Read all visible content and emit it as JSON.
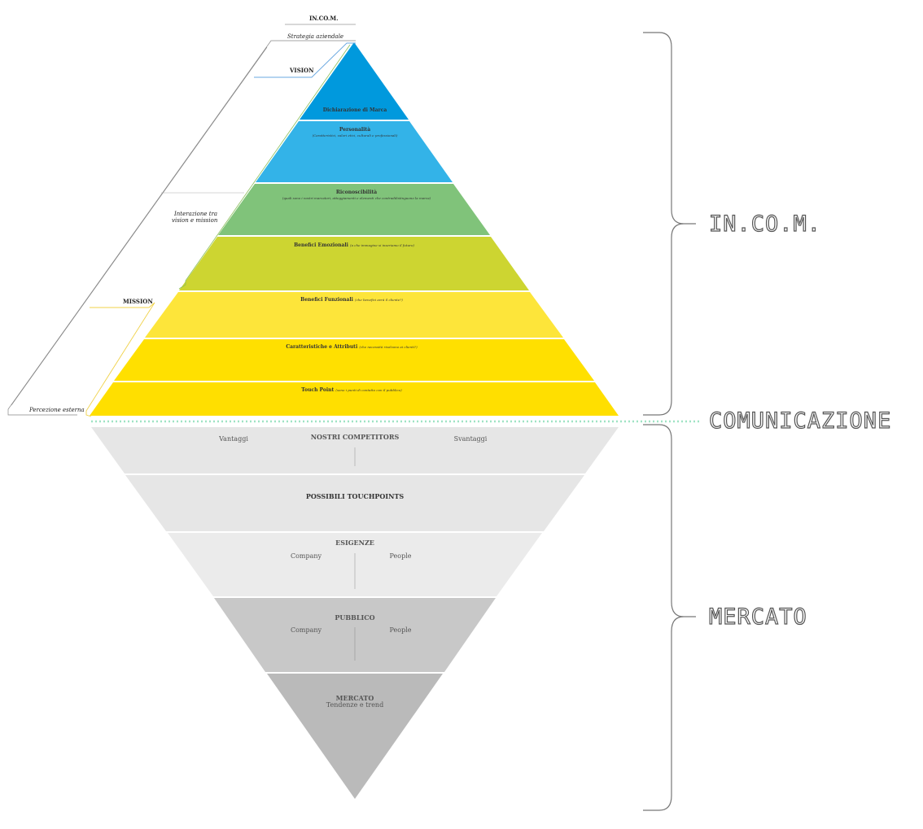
{
  "top_pyramid": {
    "layers": [
      {
        "title": "Dichiarazione di Marca",
        "note": "",
        "color": "#0099dd"
      },
      {
        "title": "Personalità",
        "note": "(Caratteristici, valori etici, culturali e professionali)",
        "color": "#33b3e8"
      },
      {
        "title": "Riconoscibilità",
        "note": "(quali sono i nostri marcatori, atteggiamenti e elementi che contraddistinguono la marca)",
        "color": "#80c37a"
      },
      {
        "title": "Benefici Emozionali",
        "note": "(a che immagine si inseriamo il futuro)",
        "color": "#cdd531"
      },
      {
        "title": "Benefici Funzionali",
        "note": "(che benefici avrà il cliente?)",
        "color": "#fde53a"
      },
      {
        "title": "Caratteristiche e Attributi",
        "note": "(che necessità risolvono ai clienti?)",
        "color": "#ffe000"
      },
      {
        "title": "Touch Point",
        "note": "(sono i punti di contatto con il pubblico)",
        "color": "#ffdf00"
      }
    ]
  },
  "bottom_pyramid": {
    "competitors": {
      "title": "NOSTRI COMPETITORS",
      "left": "Vantaggi",
      "right": "Svantaggi"
    },
    "touchpoints": {
      "title": "POSSIBILI TOUCHPOINTS"
    },
    "esigenze": {
      "title": "ESIGENZE",
      "left": "Company",
      "right": "People"
    },
    "pubblico": {
      "title": "PUBBLICO",
      "left": "Company",
      "right": "People"
    },
    "mercato": {
      "title": "MERCATO",
      "subtitle": "Tendenze e trend"
    },
    "colors": [
      "#e6e6e6",
      "#e6e6e6",
      "#ebebeb",
      "#c8c8c8",
      "#bababa"
    ]
  },
  "left_annotations": {
    "incom": "IN.CO.M.",
    "strategia": "Strategia aziendale",
    "vision": "VISION",
    "interazione_line1": "Interazione tra",
    "interazione_line2": "vision e mission",
    "mission": "MISSION",
    "percezione": "Percezione esterna"
  },
  "right_labels": {
    "incom": "IN.CO.M.",
    "comunicazione": "COMUNICAZIONE",
    "mercato": "MERCATO"
  },
  "colors": {
    "divider": "#9fe3c4",
    "vision_line": "#6aa8e0",
    "interaction_line": "#8bbf5a",
    "mission_line": "#f0d24a"
  }
}
